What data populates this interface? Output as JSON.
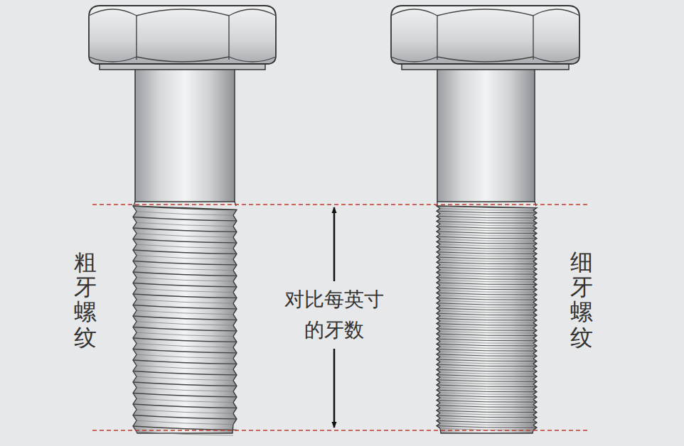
{
  "diagram": {
    "labels": [
      "粗牙螺纹",
      "对比每英寸 的牙数",
      "细牙螺纹"
    ]
  }
}
